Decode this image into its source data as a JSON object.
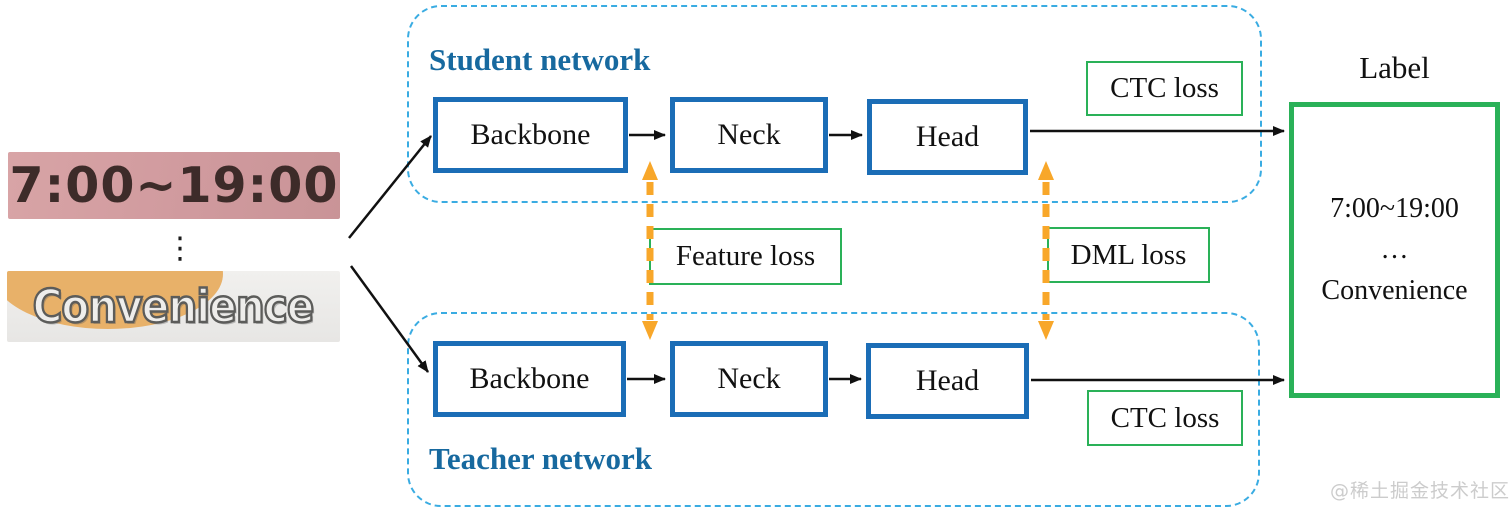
{
  "diagram": {
    "inputs": {
      "time_sample": "7:00~19:00",
      "ellipsis_vertical": "⋮",
      "convenience_sample": "Convenience"
    },
    "student": {
      "title": "Student network",
      "blocks": [
        "Backbone",
        "Neck",
        "Head"
      ]
    },
    "teacher": {
      "title": "Teacher network",
      "blocks": [
        "Backbone",
        "Neck",
        "Head"
      ]
    },
    "losses": {
      "ctc_top": "CTC loss",
      "feature": "Feature loss",
      "dml": "DML loss",
      "ctc_bottom": "CTC loss"
    },
    "label": {
      "title": "Label",
      "lines": [
        "7:00~19:00",
        "…",
        "Convenience"
      ]
    },
    "watermark": "@稀土掘金技术社区",
    "colors": {
      "block_border_blue": "#1b6db6",
      "dashed_border_blue": "#3aace2",
      "loss_border_green": "#2ab158",
      "arrow_orange": "#f8a72a",
      "network_title_blue": "#17699f",
      "time_sample_bg": "#d29da0",
      "convenience_blob": "#e8b169"
    }
  }
}
